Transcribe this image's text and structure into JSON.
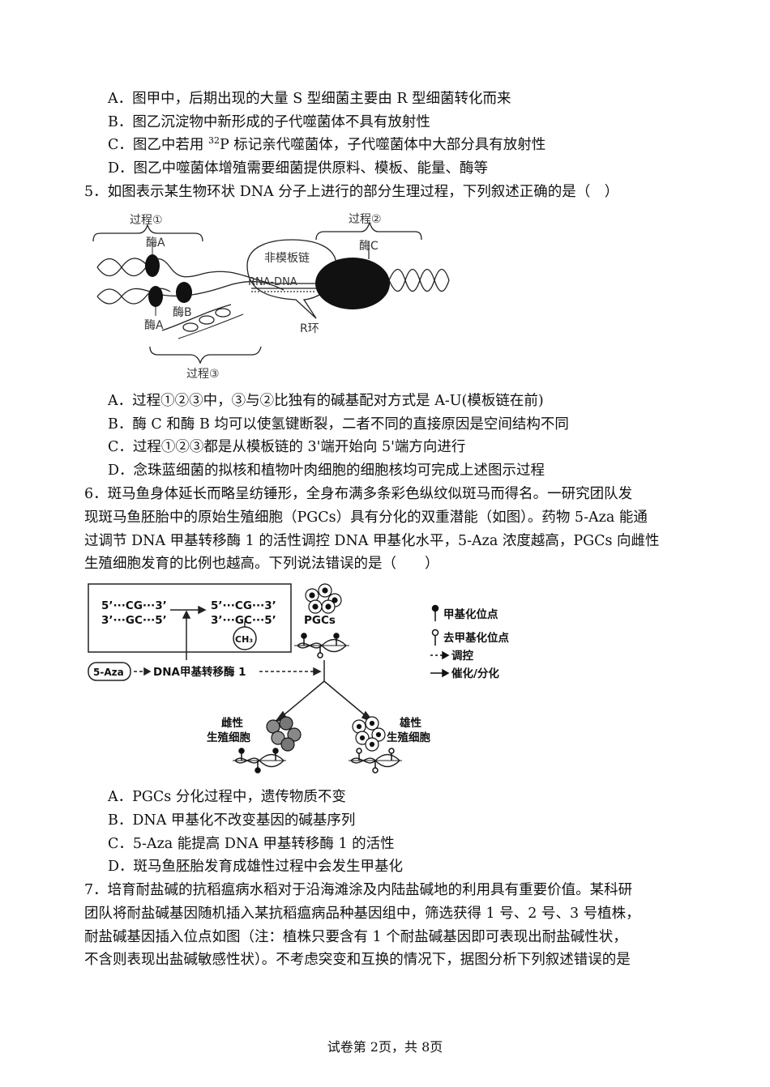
{
  "q4_options": {
    "A": "A．图甲中，后期出现的大量 S 型细菌主要由 R 型细菌转化而来",
    "B": "B．图乙沉淀物中新形成的子代噬菌体不具有放射性",
    "C_pre": "C．图乙中若用 ",
    "C_sup": "32",
    "C_post": "P 标记亲代噬菌体，子代噬菌体中大部分具有放射性",
    "D": "D．图乙中噬菌体增殖需要细菌提供原料、模板、能量、酶等"
  },
  "q5": {
    "stem": "5．如图表示某生物环状 DNA 分子上进行的部分生理过程，下列叙述正确的是（　）",
    "figure": {
      "process1": "过程①",
      "process2": "过程②",
      "process3": "过程③",
      "enzymeA_top": "酶A",
      "enzymeA_bottom": "酶A",
      "enzymeB": "酶B",
      "enzymeC": "酶C",
      "nontemplate": "非模板链",
      "rnadna": "RNA-DNA",
      "rloop": "R环"
    },
    "options": {
      "A": "A．过程①②③中，③与②比独有的碱基配对方式是 A-U(模板链在前)",
      "B": "B．酶 C 和酶 B 均可以使氢键断裂，二者不同的直接原因是空间结构不同",
      "C": "C．过程①②③都是从模板链的 3'端开始向 5'端方向进行",
      "D": "D．念珠蓝细菌的拟核和植物叶肉细胞的细胞核均可完成上述图示过程"
    }
  },
  "q6": {
    "stem_lines": [
      "6．斑马鱼身体延长而略呈纺锤形，全身布满多条彩色纵纹似斑马而得名。一研究团队发",
      "现斑马鱼胚胎中的原始生殖细胞（PGCs）具有分化的双重潜能（如图）。药物 5-Aza 能通",
      "过调节 DNA 甲基转移酶 1 的活性调控 DNA 甲基化水平，5-Aza 浓度越高，PGCs 向雌性",
      "生殖细胞发育的比例也越高。下列说法错误的是（　　）"
    ],
    "figure": {
      "cg_left_top": "5’···CG···3’",
      "cg_left_bottom": "3’···GC···5’",
      "cg_right_top": "5’···CG···3’",
      "cg_right_bottom": "3’···GC···5’",
      "ch3": "CH₃",
      "pgcs": "PGCs",
      "aza": "5-Aza",
      "enzyme": "DNA甲基转移酶 1",
      "legend_methyl": "甲基化位点",
      "legend_demethyl": "去甲基化位点",
      "legend_regulate": "调控",
      "legend_catalyze": "催化/分化",
      "female_1": "雌性",
      "female_2": "生殖细胞",
      "male_1": "雄性",
      "male_2": "生殖细胞"
    },
    "options": {
      "A": "A．PGCs 分化过程中，遗传物质不变",
      "B": "B．DNA 甲基化不改变基因的碱基序列",
      "C": "C．5-Aza 能提高 DNA 甲基转移酶 1 的活性",
      "D": "D．斑马鱼胚胎发育成雄性过程中会发生甲基化"
    }
  },
  "q7": {
    "stem_lines": [
      "7．培育耐盐碱的抗稻瘟病水稻对于沿海滩涂及内陆盐碱地的利用具有重要价值。某科研",
      "团队将耐盐碱基因随机插入某抗稻瘟病品种基因组中，筛选获得 1 号、2 号、3 号植株，",
      "耐盐碱基因插入位点如图（注：植株只要含有 1 个耐盐碱基因即可表现出耐盐碱性状，",
      "不含则表现出盐碱敏感性状）。不考虑突变和互换的情况下，据图分析下列叙述错误的是"
    ]
  },
  "footer": "试卷第 2页，共 8页"
}
